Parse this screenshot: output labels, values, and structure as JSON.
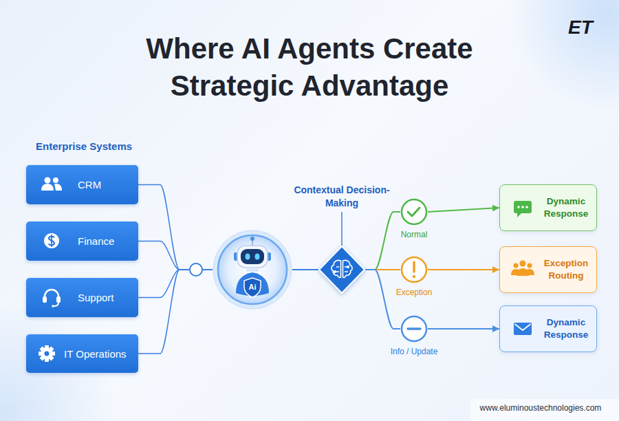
{
  "diagram": {
    "title": "Where AI Agents Create Strategic Advantage",
    "nodes": [
      {
        "text": [
          "CRM"
        ]
      },
      {
        "text": [
          "Finance"
        ]
      },
      {
        "text": [
          "Support"
        ]
      },
      {
        "text": [
          "IT Operations"
        ]
      },
      {
        "text": [
          "Ai"
        ]
      },
      {
        "text": [
          "Contextual Decision-Making"
        ]
      },
      {
        "text": [
          "Normal"
        ]
      },
      {
        "text": [
          "Exception"
        ]
      },
      {
        "text": [
          "Info / Update"
        ]
      },
      {
        "text": [
          "Dynamic Response"
        ]
      },
      {
        "text": [
          "Exception Routing"
        ]
      },
      {
        "text": [
          "Dynamic Response"
        ]
      }
    ],
    "edges": [
      {
        "from": 0,
        "to": 4,
        "arrow": "none"
      },
      {
        "from": 1,
        "to": 4,
        "arrow": "none"
      },
      {
        "from": 2,
        "to": 4,
        "arrow": "none"
      },
      {
        "from": 3,
        "to": 4,
        "arrow": "none"
      },
      {
        "from": 4,
        "to": 5,
        "arrow": "none"
      },
      {
        "from": 5,
        "to": 6,
        "arrow": "none"
      },
      {
        "from": 5,
        "to": 7,
        "arrow": "none"
      },
      {
        "from": 5,
        "to": 8,
        "arrow": "none"
      },
      {
        "from": 6,
        "to": 9,
        "arrow": "to"
      },
      {
        "from": 7,
        "to": 10,
        "arrow": "to"
      },
      {
        "from": 8,
        "to": 11,
        "arrow": "to"
      }
    ],
    "labels": [
      "Enterprise Systems",
      "ET",
      "www.eluminoustechnologies.com"
    ]
  }
}
